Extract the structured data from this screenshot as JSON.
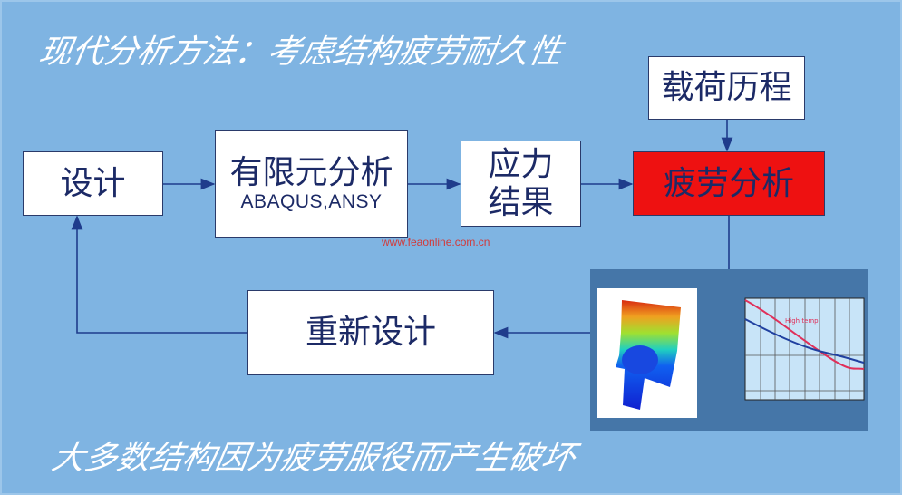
{
  "title": "现代分析方法：考虑结构疲劳耐久性",
  "footer": "大多数结构因为疲劳服役而产生破坏",
  "watermark": "www.feaonline.com.cn",
  "boxes": {
    "design": "设计",
    "fea": "有限元分析",
    "fea_software": "ABAQUS,ANSY",
    "stress_line1": "应力",
    "stress_line2": "结果",
    "fatigue": "疲劳分析",
    "load": "载荷历程",
    "redesign": "重新设计"
  },
  "chart_legend": "High temp",
  "colors": {
    "background": "#7fb4e2",
    "fatigue_box": "#ee1111",
    "text": "#1c2a66",
    "arrow": "#1f3c8c"
  }
}
